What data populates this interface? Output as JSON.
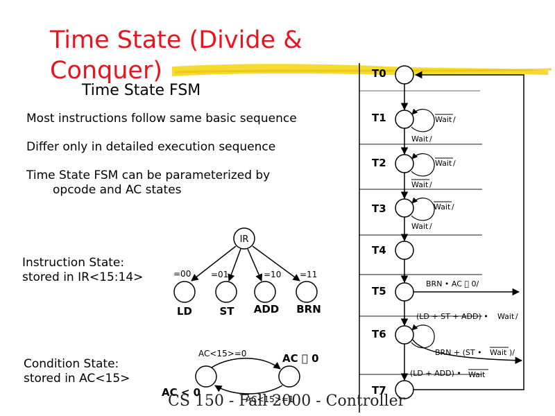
{
  "slide": {
    "title": "Time State (Divide & Conquer)",
    "subtitle": "Time State FSM",
    "bullets": [
      {
        "text": "Most instructions follow same basic sequence"
      },
      {
        "text": "Differ only in detailed execution sequence"
      },
      {
        "line1": "Time State FSM can be parameterized by",
        "line2": "opcode and AC states"
      }
    ],
    "footer": "CS 150 - Fall 2000 - Controller"
  },
  "instruction_state": {
    "label_line1": "Instruction State:",
    "label_line2": "stored in IR<15:14>",
    "root": "IR",
    "branches": [
      {
        "edge": "=00",
        "state": "LD"
      },
      {
        "edge": "=01",
        "state": "ST"
      },
      {
        "edge": "=10",
        "state": "ADD"
      },
      {
        "edge": "=11",
        "state": "BRN"
      }
    ]
  },
  "condition_state": {
    "label_line1": "Condition State:",
    "label_line2": "stored in AC<15>",
    "state_left": "AC < 0",
    "state_right": "AC \u0000 0",
    "edge_top": "AC<15>=0",
    "edge_bottom": "AC<15>=1"
  },
  "time_fsm": {
    "states": [
      "T0",
      "T1",
      "T2",
      "T3",
      "T4",
      "T5",
      "T6",
      "T7"
    ],
    "wait_self": "Wait",
    "wait_next": "Wait",
    "t5_exit": "BRN • AC \u0000 0/",
    "t6_self_prefix": "(LD + ST + ADD) • ",
    "t6_self_wait": "Wait",
    "t6_exit_prefix": "BRN + (ST • ",
    "t6_exit_wait": "Wait",
    "t6_exit_suffix": ")/",
    "t6_next_prefix": "(LD + ADD) • ",
    "t6_next_wait": "Wait"
  }
}
